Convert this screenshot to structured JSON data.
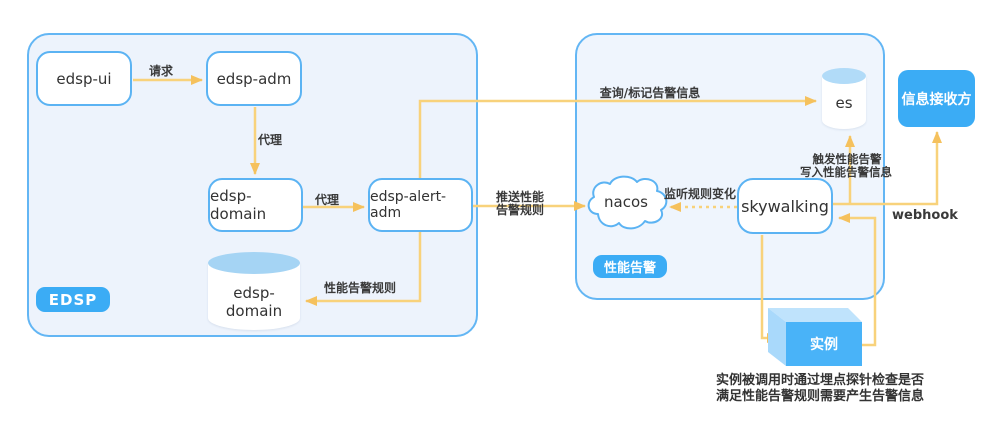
{
  "groups": {
    "edsp": {
      "badge": "EDSP"
    },
    "perf": {
      "badge": "性能告警"
    }
  },
  "nodes": {
    "edsp_ui": "edsp-ui",
    "edsp_adm": "edsp-adm",
    "edsp_domain_service": "edsp-domain",
    "edsp_alert_adm": "edsp-alert-adm",
    "edsp_domain_db": "edsp-domain",
    "nacos": "nacos",
    "skywalking": "skywalking",
    "es": "es",
    "receiver": "信息接收方",
    "instance": "实例"
  },
  "edge_labels": {
    "request": "请求",
    "proxy_adm_to_domain": "代理",
    "proxy_domain_to_alert": "代理",
    "query_mark_alert_info": "查询/标记告警信息",
    "push_rules_line1": "推送性能",
    "push_rules_line2": "告警规则",
    "perf_alert_rules": "性能告警规则",
    "listen_rule_change": "监听规则变化",
    "trigger_perf_alert": "触发性能告警",
    "write_perf_alert_info": "写入性能告警信息",
    "webhook": "webhook"
  },
  "caption": {
    "line1": "实例被调用时通过埋点探针检查是否",
    "line2": "满足性能告警规则需要产生告警信息"
  },
  "colors": {
    "accent_blue": "#3bacf5",
    "node_border_blue": "#5bb3f3",
    "container_fill": "#edf3fc",
    "arrow_line": "#f8d27b",
    "arrow_head": "#f5c15d",
    "cylinder_top": "#a5d4f4",
    "cube_front": "#49b3f8",
    "cube_top": "#bfe3fc"
  }
}
